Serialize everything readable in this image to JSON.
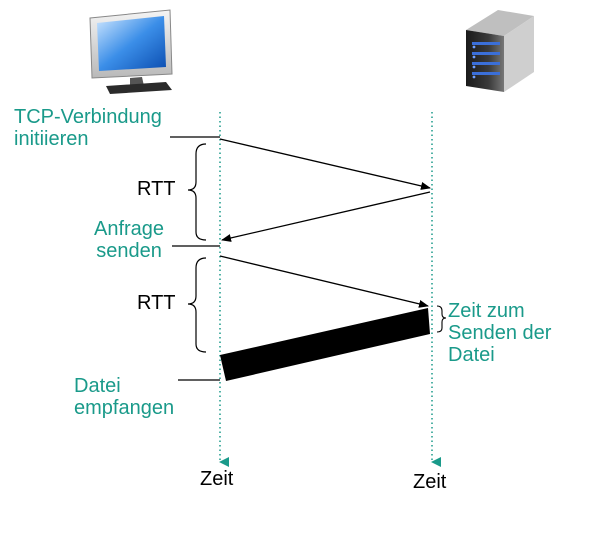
{
  "labels": {
    "tcp_init": "TCP-Verbindung\ninitiieren",
    "request": "Anfrage\nsenden",
    "file_received": "Datei\nempfangen",
    "rtt_1": "RTT",
    "rtt_2": "RTT",
    "transmit_time": "Zeit zum\nSenden der\nDatei",
    "time_client": "Zeit",
    "time_server": "Zeit"
  },
  "icons": {
    "client": "desktop-computer-icon",
    "server": "server-rack-icon"
  },
  "colors": {
    "accent": "#1a9a8a",
    "line": "#000000"
  }
}
